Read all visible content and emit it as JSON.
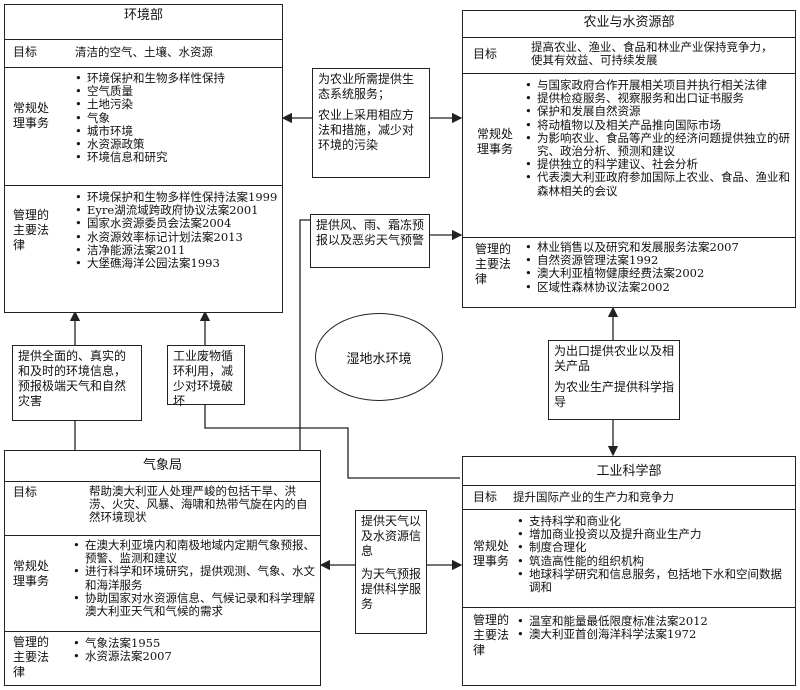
{
  "env": {
    "title": "环境部",
    "goal_label": "目标",
    "goal": "清洁的空气、土壤、水资源",
    "routine_label": "常规处理事务",
    "routine": [
      "环境保护和生物多样性保持",
      "空气质量",
      "土地污染",
      "气象",
      "城市环境",
      "水资源政策",
      "环境信息和研究"
    ],
    "law_label": "管理的主要法律",
    "laws": [
      "环境保护和生物多样性保持法案1999",
      "Eyre湖流域跨政府协议法案2001",
      "国家水资源委员会法案2004",
      "水资源效率标记计划法案2013",
      "洁净能源法案2011",
      "大堡礁海洋公园法案1993"
    ]
  },
  "agri": {
    "title": "农业与水资源部",
    "goal_label": "目标",
    "goal": "提高农业、渔业、食品和林业产业保持竞争力，使其有效益、可持续发展",
    "routine_label": "常规处理事务",
    "routine": [
      "与国家政府合作开展相关项目并执行相关法律",
      "提供检疫服务、视察服务和出口证书服务",
      "保护和发展自然资源",
      "将动植物以及相关产品推向国际市场",
      "为影响农业、食品等产业的经济问题提供独立的研究、政治分析、预测和建议",
      "提供独立的科学建议、社会分析",
      "代表澳大利亚政府参加国际上农业、食品、渔业和森林相关的会议"
    ],
    "law_label": "管理的主要法律",
    "laws": [
      "林业销售以及研究和发展服务法案2007",
      "自然资源管理法案1992",
      "澳大利亚植物健康经费法案2002",
      "区域性森林协议法案2002"
    ]
  },
  "met": {
    "title": "气象局",
    "goal_label": "目标",
    "goal": "帮助澳大利亚人处理严峻的包括干旱、洪涝、火灾、风暴、海啸和热带气旋在内的自然环境现状",
    "routine_label": "常规处理事务",
    "routine": [
      "在澳大利亚境内和南极地域内定期气象预报、预警、监测和建议",
      "进行科学和环境研究，提供观测、气象、水文和海洋服务",
      "协助国家对水资源信息、气候记录和科学理解澳大利亚天气和气候的需求"
    ],
    "law_label": "管理的主要法律",
    "laws": [
      "气象法案1955",
      "水资源法案2007"
    ]
  },
  "ind": {
    "title": "工业科学部",
    "goal_label": "目标",
    "goal": "提升国际产业的生产力和竞争力",
    "routine_label": "常规处理事务",
    "routine": [
      "支持科学和商业化",
      "增加商业投资以及提升商业生产力",
      "制度合理化",
      "筑造高性能的组织机构",
      "地球科学研究和信息服务，包括地下水和空间数据调和"
    ],
    "law_label": "管理的主要法律",
    "laws": [
      "温室和能量最低限度标准法案2012",
      "澳大利亚首创海洋科学法案1972"
    ]
  },
  "notes": {
    "env_to_agri_1": "为农业所需提供生态系统服务；",
    "env_to_agri_2": "农业上采用相应方法和措施，减少对环境的污染",
    "met_to_agri": "提供风、雨、霜冻预报以及恶劣天气预警",
    "met_to_env": "提供全面的、真实的和及时的环境信息，预报极端天气和自然灾害",
    "ind_to_env": "工业废物循环利用，减少对环境破坏",
    "agri_ind_1": "为出口提供农业以及相关产品",
    "agri_ind_2": "为农业生产提供科学指导",
    "met_ind_1": "提供天气以及水资源信息",
    "met_ind_2": "为天气预报提供科学服务",
    "wetland": "湿地水环境"
  }
}
